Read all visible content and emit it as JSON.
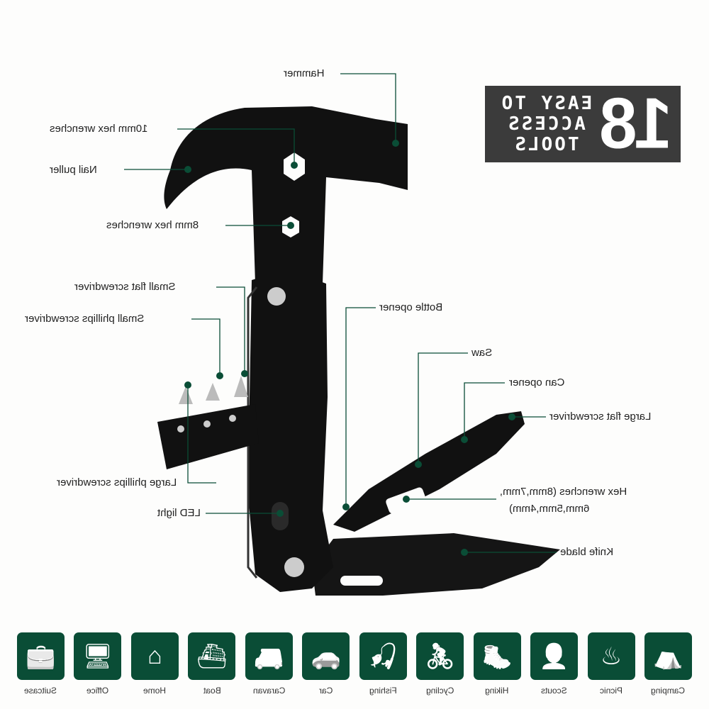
{
  "badge": {
    "number": "18",
    "line1": "EASY TO",
    "line2": "ACCESS",
    "line3": "TOOLS"
  },
  "callouts": {
    "hammer": "Hammer",
    "hex10": "10mm hex wrenches",
    "nail": "Nail puller",
    "hex8": "8mm hex wrenches",
    "small_flat": "Small flat screwdriver",
    "small_phillips": "Small phillips screwdriver",
    "large_phillips": "Large phillips screwdriver",
    "led": "LED light",
    "bottle": "Bottle opener",
    "saw": "Saw",
    "can": "Can opener",
    "large_flat": "Large flat screwdriver",
    "hex_multi_1": "Hex wrenches (8mm,7mm,",
    "hex_multi_2": "6mm,5mm,4mm)",
    "knife": "Knife blade"
  },
  "accent": "#0a4d36",
  "uses": [
    {
      "label": "Suitcase",
      "icon": "suitcase-icon"
    },
    {
      "label": "Office",
      "icon": "office-icon"
    },
    {
      "label": "Home",
      "icon": "home-icon"
    },
    {
      "label": "Boat",
      "icon": "boat-icon"
    },
    {
      "label": "Caravan",
      "icon": "caravan-icon"
    },
    {
      "label": "Car",
      "icon": "car-icon"
    },
    {
      "label": "Fishing",
      "icon": "fishing-icon"
    },
    {
      "label": "Cycling",
      "icon": "cycling-icon"
    },
    {
      "label": "Hiking",
      "icon": "hiking-icon"
    },
    {
      "label": "Scouts",
      "icon": "scouts-icon"
    },
    {
      "label": "Picnic",
      "icon": "picnic-icon"
    },
    {
      "label": "Camping",
      "icon": "camping-icon"
    }
  ]
}
